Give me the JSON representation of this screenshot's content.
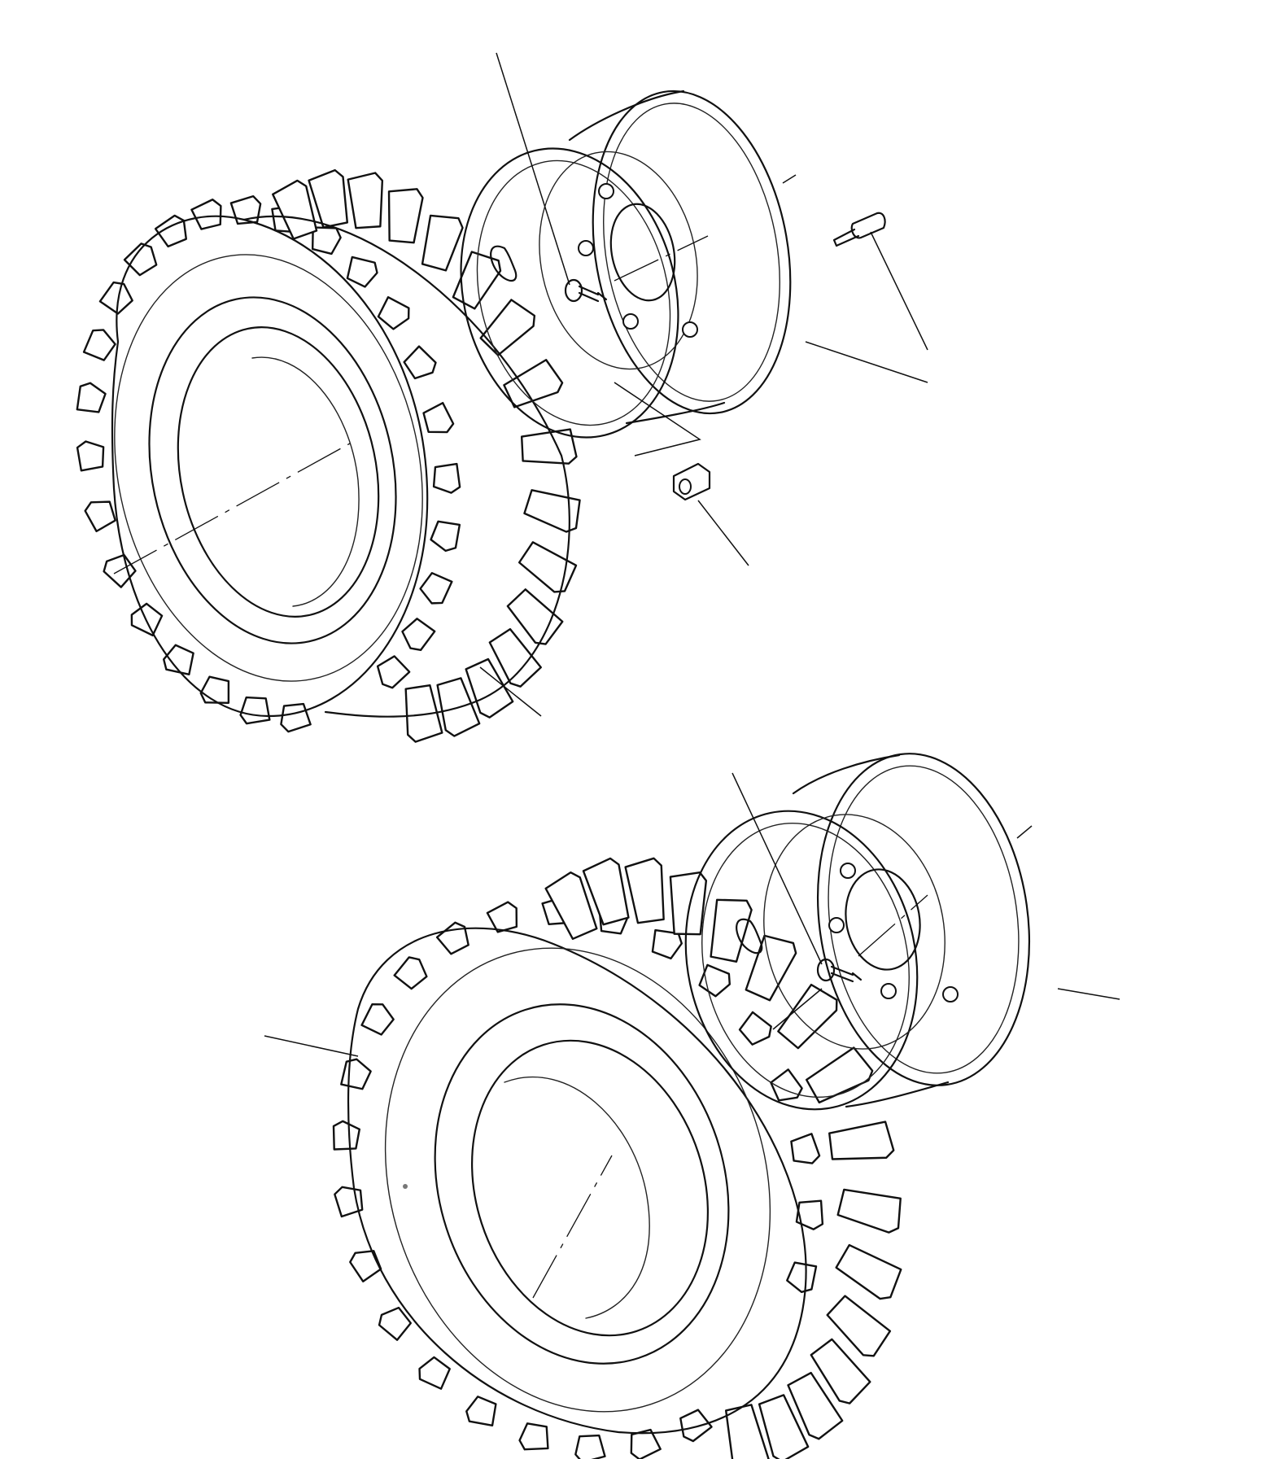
{
  "drawing": {
    "kind": "exploded parts view",
    "line_color": "#111111",
    "background": "#ffffff",
    "assemblies": [
      {
        "id": "upper",
        "parts": [
          "tyre",
          "wheel-rim",
          "valve",
          "rim-bolt",
          "nut"
        ],
        "callouts": [
          "valve",
          "rim-outer",
          "bolt",
          "rim-inner",
          "nut",
          "tyre"
        ]
      },
      {
        "id": "lower",
        "parts": [
          "tyre",
          "wheel-rim",
          "valve"
        ],
        "callouts": [
          "valve",
          "rim-outer",
          "rim-inner",
          "tyre"
        ]
      }
    ]
  }
}
